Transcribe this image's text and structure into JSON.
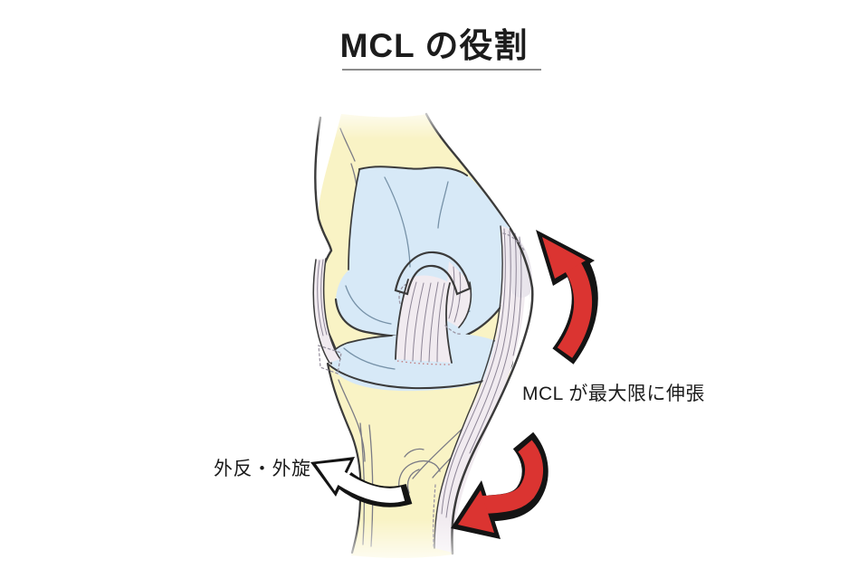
{
  "title": {
    "text": "MCL の役割"
  },
  "labels": {
    "mcl_stretch": "MCL が最大限に伸張",
    "valgus_external_rotation": "外反・外旋"
  },
  "figure": {
    "subject": "knee-joint-anterior-view",
    "parts": [
      "femur",
      "femoral-cartilage",
      "lateral-collateral-ligament",
      "cruciate-ligaments",
      "medial-collateral-ligament",
      "tibial-plateau",
      "tibia"
    ],
    "arrows": [
      {
        "name": "mcl-tension-arrow-upper",
        "direction": "up"
      },
      {
        "name": "mcl-tension-arrow-lower",
        "direction": "down-left"
      },
      {
        "name": "valgus-external-rotation-arrow",
        "direction": "left"
      }
    ]
  },
  "colors": {
    "bone": "#F9F3C5",
    "cartilage": "#D7E9F7",
    "ligament": "#F1EBF0",
    "attachment": "#E9E5EC",
    "arrow_red": "#DB3431",
    "arrow_white": "#FFFFFF",
    "outline": "#3B3B3B",
    "title_underline": "#8C8C8C"
  }
}
